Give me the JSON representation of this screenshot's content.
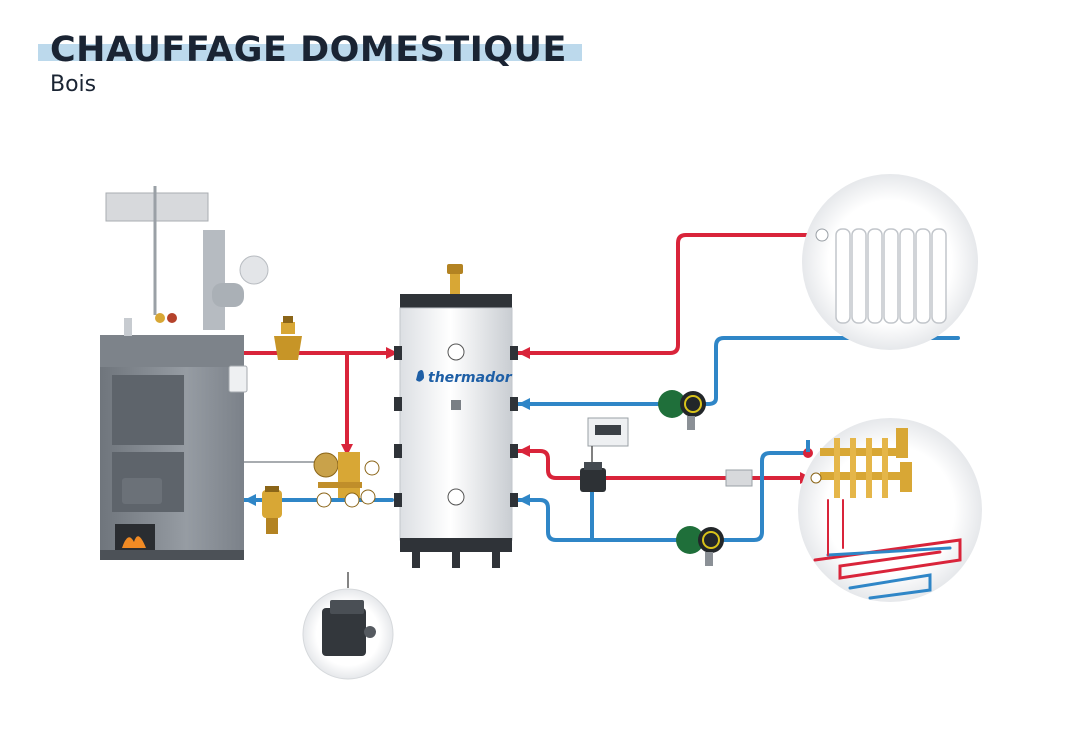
{
  "header": {
    "title": "CHAUFFAGE DOMESTIQUE",
    "subtitle": "Bois"
  },
  "tank": {
    "brand": "thermador"
  },
  "colors": {
    "hot_pipe": "#d9243a",
    "cold_pipe": "#2f86c7",
    "title_bar": "#bcd9ec",
    "title_text": "#1a2433",
    "boiler_body": "#8e949b",
    "pump_green": "#1f6f3a",
    "brass": "#d8a735"
  },
  "icons": {
    "boiler": "wood-boiler-icon",
    "tank": "buffer-tank-icon",
    "radiator": "radiator-icon",
    "floor": "underfloor-heating-icon",
    "pump": "circulator-pump-icon",
    "valve": "valve-icon",
    "controller": "controller-icon",
    "actuator": "valve-actuator-icon"
  }
}
